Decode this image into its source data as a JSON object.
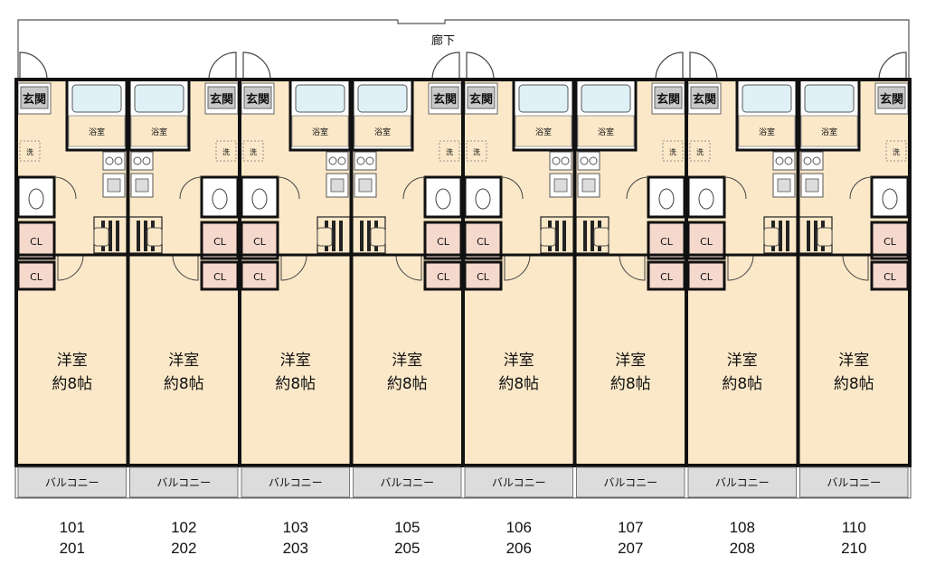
{
  "corridor_label": "廊下",
  "room_labels": {
    "entrance": "玄関",
    "bath": "浴室",
    "laundry": "洗",
    "closet": "CL",
    "room_line1": "洋室",
    "room_line2": "約8帖",
    "balcony": "バルコニー"
  },
  "units": [
    {
      "first": "101",
      "second": "201",
      "entrance_side": "left"
    },
    {
      "first": "102",
      "second": "202",
      "entrance_side": "right"
    },
    {
      "first": "103",
      "second": "203",
      "entrance_side": "left"
    },
    {
      "first": "105",
      "second": "205",
      "entrance_side": "right"
    },
    {
      "first": "106",
      "second": "206",
      "entrance_side": "left"
    },
    {
      "first": "107",
      "second": "207",
      "entrance_side": "right"
    },
    {
      "first": "108",
      "second": "208",
      "entrance_side": "left"
    },
    {
      "first": "110",
      "second": "210",
      "entrance_side": "right"
    }
  ],
  "colors": {
    "floor": "#fbe8c8",
    "wall": "#111111",
    "entrance": "#c9c9c9",
    "closet": "#f6d9cd",
    "balcony": "#dcdcdc",
    "tub": "#dff1f7"
  }
}
